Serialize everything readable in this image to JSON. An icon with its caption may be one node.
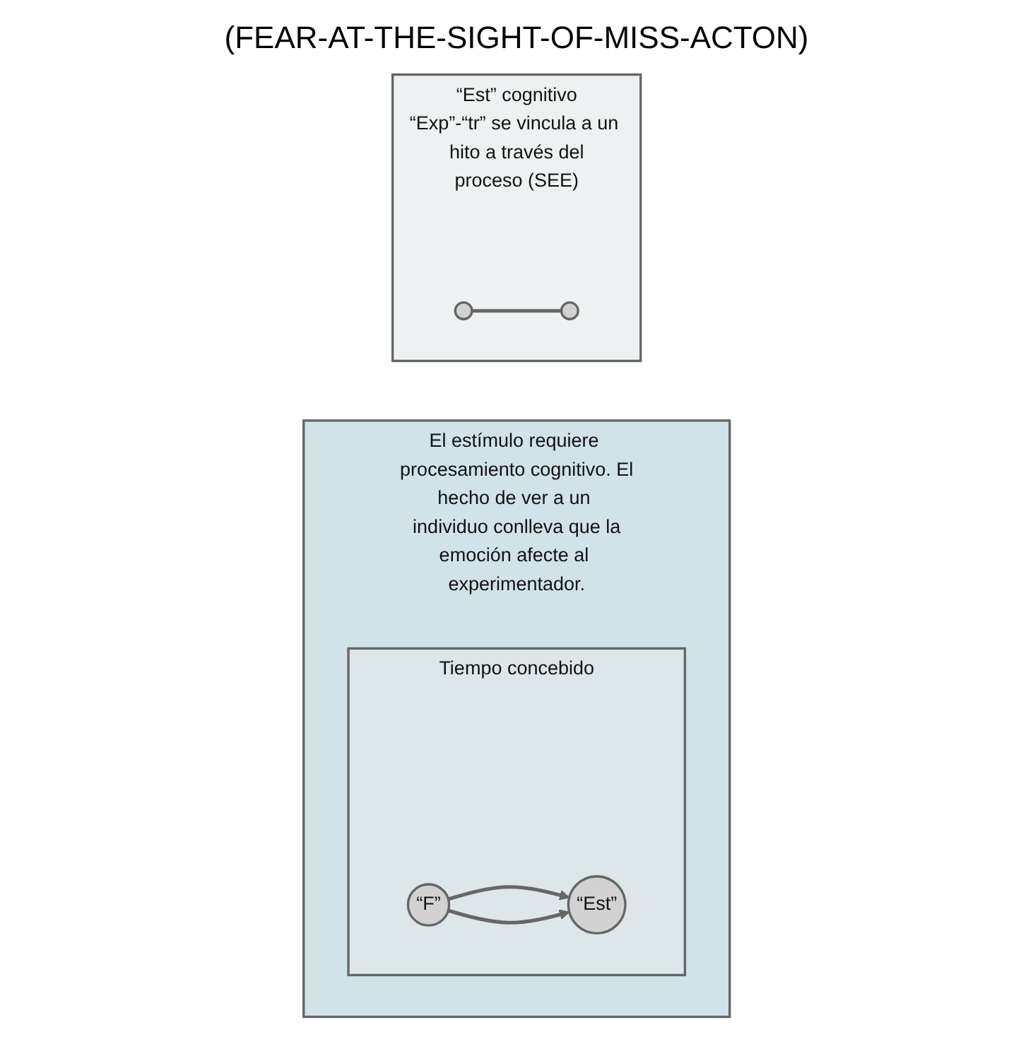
{
  "diagram": {
    "title": "(FEAR-AT-THE-SIGHT-OF-MISS-ACTON)",
    "nodes": [
      {
        "text": [
          "El estímulo requiere procesamiento cognitivo. El hecho de ver a un individuo conlleva que la emoción afecte al experimentador."
        ]
      },
      {
        "text": [
          "Tiempo concebido"
        ],
        "in": 0
      },
      {
        "text": [
          "“F”"
        ],
        "in": 1
      },
      {
        "text": [
          "“Est”"
        ],
        "in": 1
      },
      {
        "text": [
          "“Est” cognitivo",
          "“Exp”-“tr” se vincula a un hito a través del proceso (SEE)"
        ]
      },
      {
        "text": [],
        "shape": "circle",
        "in": 4
      },
      {
        "text": [],
        "shape": "circle",
        "in": 4
      }
    ],
    "edges": [
      {
        "from": 2,
        "to": 3,
        "arrow": "to"
      },
      {
        "from": 2,
        "to": 3,
        "arrow": "to"
      },
      {
        "from": 5,
        "to": 6,
        "arrow": "none"
      }
    ]
  }
}
